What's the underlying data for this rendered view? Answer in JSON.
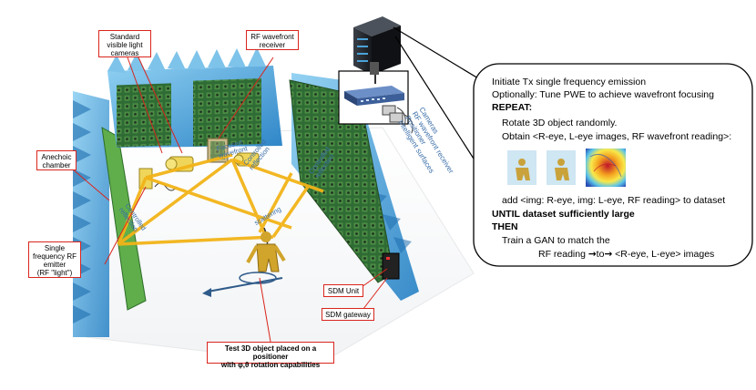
{
  "callouts": {
    "cameras": {
      "line1": "Standard",
      "line2": "visible light",
      "line3": "cameras"
    },
    "receiver": {
      "line1": "RF wavefront",
      "line2": "receiver"
    },
    "chamber": {
      "line1": "Anechoic",
      "line2": "chamber"
    },
    "emitter": {
      "line1": "Single",
      "line2": "frequency RF",
      "line3": "emitter",
      "line4": "(RF \"light\")"
    },
    "sdm_unit": "SDM Unit",
    "sdm_gateway": "SDM gateway",
    "test_object": {
      "line1": "Test 3D object placed on a positioner",
      "line2": "with φ,θ rotation capabilities"
    }
  },
  "scene_labels": {
    "focused_wavefront": {
      "line1": "Focused",
      "line2": "wavefront"
    },
    "scattering": "scattering",
    "controlled_reflection_left": {
      "line1": "Controlled",
      "line2": "reflection"
    },
    "controlled_reflection_right": {
      "line1": "Controlled",
      "line2": "reflection"
    },
    "controlled_reflection_mid": {
      "line1": "Controlled",
      "line2": "reflection"
    },
    "diagonal": {
      "line1": "Cameras",
      "line2": "RF wavefront receiver",
      "line3": "Positioner",
      "line4": "Intelligent surfaces"
    }
  },
  "algorithm": {
    "l1": "Initiate Tx single frequency emission",
    "l2": "Optionally: Tune PWE to achieve wavefront focusing",
    "repeat": "REPEAT:",
    "l4": "Rotate 3D object randomly.",
    "l5": "Obtain <R-eye, L-eye images, RF wavefront reading>:",
    "l6": "add  <img: R-eye, img: L-eye, RF reading> to dataset",
    "until": "UNTIL dataset sufficiently large",
    "then": "THEN",
    "l9": "Train a GAN to match the",
    "l10a": "RF reading ",
    "l10b": "to",
    "l10c": " <R-eye, L-eye> images"
  },
  "icons": {
    "server": "server-rack-icon",
    "switch": "network-switch-icon",
    "cameras": "camera-icon",
    "arrow": "right-arrow-icon",
    "object": "humanoid-figure-icon"
  },
  "colors": {
    "callout_border": "#d9251c",
    "absorber": "#4aa3d8",
    "surface": "#2f6b34",
    "beam": "#f2b418",
    "diagonal_text": "#3b6ea8"
  }
}
